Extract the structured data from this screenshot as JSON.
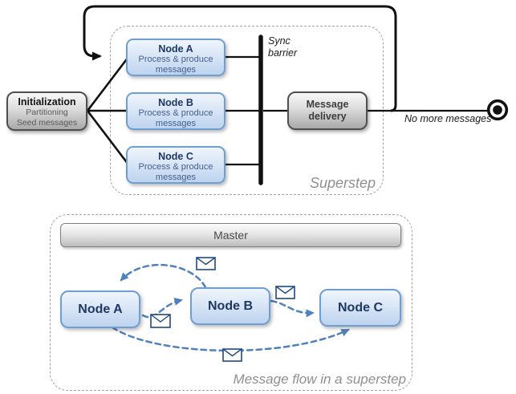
{
  "top_diagram": {
    "init_box": {
      "title": "Initialization",
      "subtitle1": "Partitioning",
      "subtitle2": "Seed messages"
    },
    "nodes": [
      {
        "title": "Node A",
        "subtitle": "Process & produce messages"
      },
      {
        "title": "Node B",
        "subtitle": "Process & produce messages"
      },
      {
        "title": "Node C",
        "subtitle": "Process & produce messages"
      }
    ],
    "sync_barrier_label": "Sync barrier",
    "message_delivery_label": "Message delivery",
    "no_more_messages_label": "No more messages",
    "container_label": "Superstep"
  },
  "bottom_diagram": {
    "master_label": "Master",
    "node_a_label": "Node A",
    "node_b_label": "Node B",
    "node_c_label": "Node C",
    "container_label": "Message flow in a superstep"
  },
  "icons": {
    "envelope": {
      "name": "envelope-icon",
      "glyph": "✉",
      "count": 4
    },
    "end_state": {
      "name": "end-state-icon",
      "glyph": "◉"
    }
  },
  "colors": {
    "node_fill_top": "#eff5fc",
    "node_fill_bottom": "#bdd3ee",
    "node_border": "#6f9ed4",
    "node_title": "#1f3864",
    "node_subtitle": "#44618e",
    "gray_fill_top": "#f8f8f8",
    "gray_fill_bottom": "#a9a9a9",
    "gray_border": "#4f4f4f",
    "message_arc_blue": "#4f81bd",
    "envelope_stroke": "#1f497d",
    "dashed_border": "#a3a3a3",
    "caption_gray": "#8f8f8f",
    "line_black": "#111111"
  }
}
